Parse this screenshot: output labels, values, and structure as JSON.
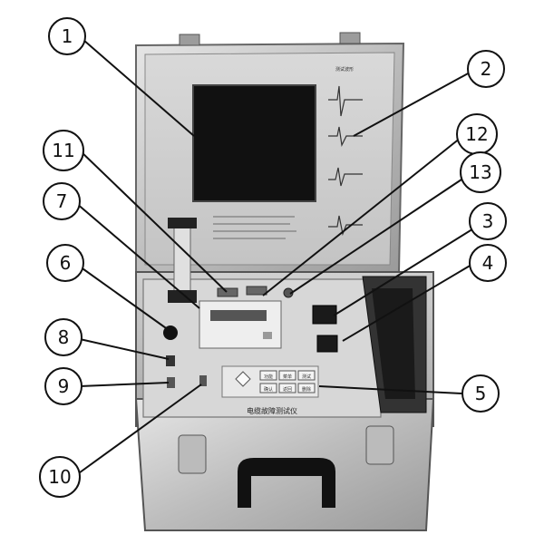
{
  "device_label": "电缆故障测试仪",
  "callouts": [
    {
      "id": "1",
      "text": "1"
    },
    {
      "id": "2",
      "text": "2"
    },
    {
      "id": "3",
      "text": "3"
    },
    {
      "id": "4",
      "text": "4"
    },
    {
      "id": "5",
      "text": "5"
    },
    {
      "id": "6",
      "text": "6"
    },
    {
      "id": "7",
      "text": "7"
    },
    {
      "id": "8",
      "text": "8"
    },
    {
      "id": "9",
      "text": "9"
    },
    {
      "id": "10",
      "text": "10"
    },
    {
      "id": "11",
      "text": "11"
    },
    {
      "id": "12",
      "text": "12"
    },
    {
      "id": "13",
      "text": "13"
    }
  ],
  "keypad": {
    "keys": [
      "功能",
      "菜单",
      "测试",
      "确认",
      "返回",
      "删除"
    ]
  },
  "lid_chart_title": "测试波形",
  "colors": {
    "case_aluminum": "#c9c9c9",
    "case_dark": "#7a7a7a",
    "screen": "#111111",
    "panel": "#d7d7d7"
  }
}
